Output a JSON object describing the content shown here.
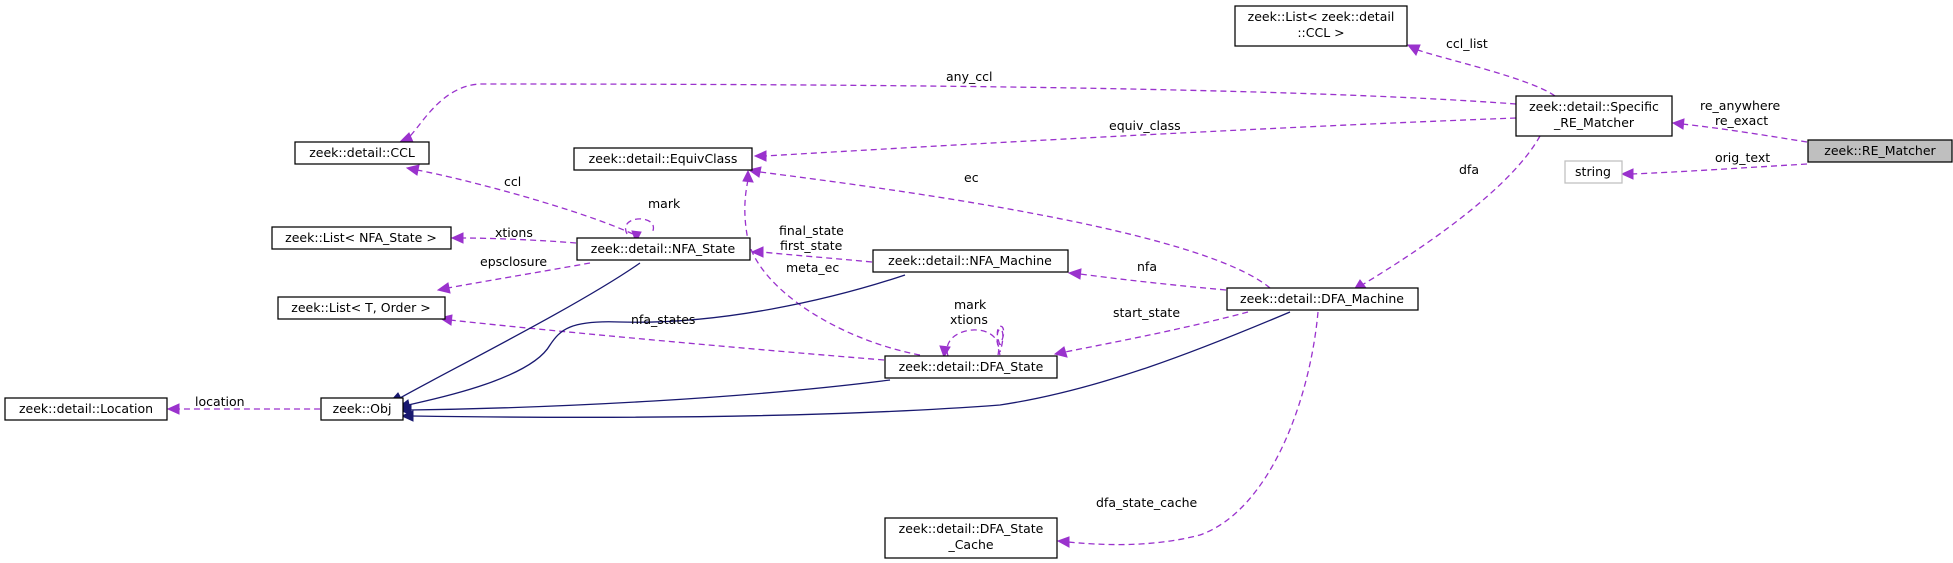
{
  "nodes": {
    "re_matcher": "zeek::RE_Matcher",
    "specific_re_matcher": [
      "zeek::detail::Specific",
      "_RE_Matcher"
    ],
    "list_ccl": [
      "zeek::List< zeek::detail",
      "::CCL >"
    ],
    "string": "string",
    "ccl": "zeek::detail::CCL",
    "equiv_class": "zeek::detail::EquivClass",
    "list_nfa_state": "zeek::List< NFA_State >",
    "nfa_state": "zeek::detail::NFA_State",
    "nfa_machine": "zeek::detail::NFA_Machine",
    "dfa_machine": "zeek::detail::DFA_Machine",
    "list_t_order": "zeek::List< T, Order >",
    "dfa_state": "zeek::detail::DFA_State",
    "location": "zeek::detail::Location",
    "obj": "zeek::Obj",
    "dfa_state_cache": [
      "zeek::detail::DFA_State",
      "_Cache"
    ]
  },
  "edge_labels": {
    "re_anywhere_exact": [
      "re_anywhere",
      "re_exact"
    ],
    "orig_text": "orig_text",
    "ccl_list": "ccl_list",
    "any_ccl": "any_ccl",
    "equiv_class": "equiv_class",
    "dfa": "dfa",
    "ec": "ec",
    "ccl": "ccl",
    "mark": "mark",
    "xtions": "xtions",
    "epsclosure": "epsclosure",
    "final_first_state": [
      "final_state",
      "first_state"
    ],
    "meta_ec": "meta_ec",
    "nfa": "nfa",
    "mark_xtions": [
      "mark",
      "xtions"
    ],
    "start_state": "start_state",
    "nfa_states": "nfa_states",
    "location": "location",
    "dfa_state_cache": "dfa_state_cache"
  },
  "colors": {
    "usage_edge": "#9a32cd",
    "inheritance_edge": "#191970",
    "root_node_fill": "#bfbfbf",
    "external_node_border": "#bfbfbf"
  }
}
